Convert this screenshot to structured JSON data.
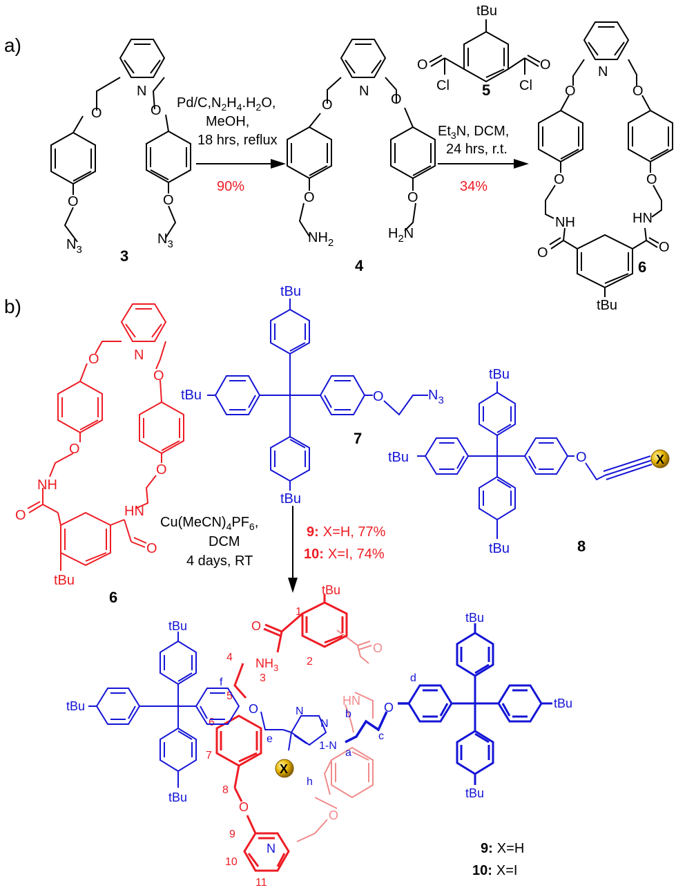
{
  "colors": {
    "black": "#000000",
    "red": "#ee1c24",
    "blue": "#1414d6",
    "pink": "#f08a8a",
    "gold": "#d9a400"
  },
  "part_a": {
    "label": "a)",
    "cmpd3": {
      "label": "3",
      "n_atom": "N",
      "o_atom": "O",
      "azide": "N",
      "azide_sub": "3"
    },
    "step1": {
      "line1": "Pd/C,N",
      "line1_sub": "2",
      "line1_b": "H",
      "line1_sub2": "4",
      "line1_c": ".H",
      "line1_sub3": "2",
      "line1_d": "O,",
      "line2": "MeOH,",
      "line3": "18 hrs, reflux",
      "yield": "90%"
    },
    "cmpd4": {
      "label": "4",
      "n_atom": "N",
      "o_atom": "O",
      "amine": "NH",
      "amine_sub": "2",
      "amine_r": "H",
      "amine_r_sub": "2",
      "amine_r2": "N"
    },
    "cmpd5": {
      "label": "5",
      "tbu": "tBu",
      "cl": "Cl",
      "o": "O"
    },
    "step2": {
      "line1": "Et",
      "line1_sub": "3",
      "line1_b": "N, DCM,",
      "line2": "24 hrs, r.t.",
      "yield": "34%"
    },
    "cmpd6": {
      "label": "6",
      "tbu": "tBu",
      "n_atom": "N",
      "o_atom": "O",
      "nh": "NH",
      "hn": "HN"
    }
  },
  "part_b": {
    "label": "b)",
    "cmpd6": {
      "label": "6",
      "tbu": "tBu",
      "n_atom": "N",
      "o_atom": "O",
      "nh": "NH",
      "hn": "HN"
    },
    "cmpd7": {
      "label": "7",
      "tbu": "tBu",
      "o_atom": "O",
      "azide": "N",
      "azide_sub": "3"
    },
    "cmpd8": {
      "label": "8",
      "tbu": "tBu",
      "o_atom": "O",
      "x": "X"
    },
    "reagent": {
      "line1": "Cu(MeCN)",
      "line1_sub": "4",
      "line1_b": "PF",
      "line1_sub2": "6",
      "line1_c": ",",
      "line2": "DCM",
      "line3": "4 days, RT"
    },
    "yields": {
      "y9_num": "9:",
      "y9_text": "X=H, 77%",
      "y10_num": "10:",
      "y10_text": "X=I,  74%"
    },
    "product": {
      "tbu": "tBu",
      "n_atom": "N",
      "o_atom": "O",
      "x": "X",
      "nh": "HN",
      "nh3": "NH",
      "nh3_sub": "3",
      "labels_red": [
        "1",
        "2",
        "3",
        "4",
        "5",
        "6",
        "7",
        "8",
        "9",
        "10",
        "11"
      ],
      "labels_blue": [
        "a",
        "b",
        "c",
        "d",
        "e",
        "f",
        "h"
      ],
      "n1": "1-N",
      "n2": "N",
      "n3": "N",
      "n_bridge": "N"
    },
    "legend": {
      "l9_num": "9:",
      "l9_text": "X=H",
      "l10_num": "10:",
      "l10_text": "X=I"
    }
  }
}
